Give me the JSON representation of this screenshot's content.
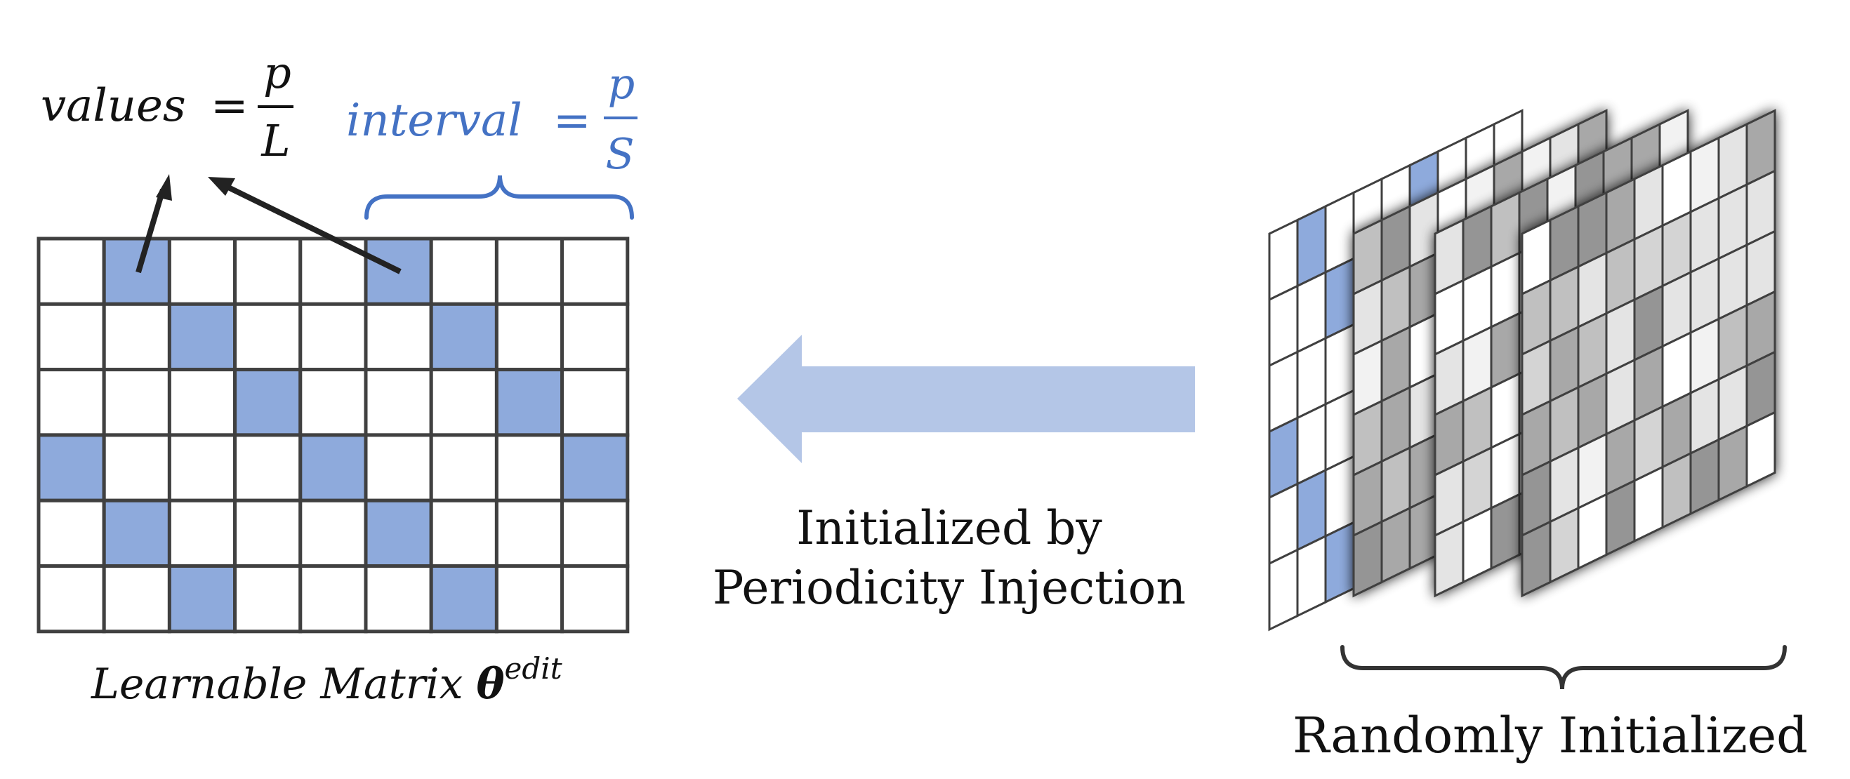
{
  "formula_values": {
    "lhs": "values",
    "eq": "=",
    "num": "p",
    "den": "L"
  },
  "formula_interval": {
    "lhs": "interval",
    "eq": "=",
    "num": "p",
    "den": "S"
  },
  "matrix_caption": {
    "text": "Learnable Matrix ",
    "symbol": "θ",
    "superscript": "edit"
  },
  "arrow_caption": {
    "line1": "Initialized by",
    "line2": "Periodicity Injection"
  },
  "stack_caption": "Randomly Initialized",
  "learnable_matrix": {
    "rows": 6,
    "cols": 9,
    "highlighted": [
      [
        0,
        1
      ],
      [
        0,
        5
      ],
      [
        1,
        2
      ],
      [
        1,
        6
      ],
      [
        2,
        3
      ],
      [
        2,
        7
      ],
      [
        3,
        0
      ],
      [
        3,
        4
      ],
      [
        3,
        8
      ],
      [
        4,
        1
      ],
      [
        4,
        5
      ],
      [
        5,
        2
      ],
      [
        5,
        6
      ]
    ]
  },
  "stack": {
    "rows": 6,
    "cols": 9,
    "front_layer_highlighted": [
      [
        0,
        1
      ],
      [
        1,
        2
      ],
      [
        3,
        0
      ],
      [
        4,
        1
      ],
      [
        5,
        2
      ],
      [
        0,
        5
      ]
    ]
  },
  "colors": {
    "highlight": "#8eaadc",
    "accent_blue": "#4472c4",
    "big_arrow": "#b4c6e7",
    "grid_line": "#404040",
    "text": "#111111"
  }
}
